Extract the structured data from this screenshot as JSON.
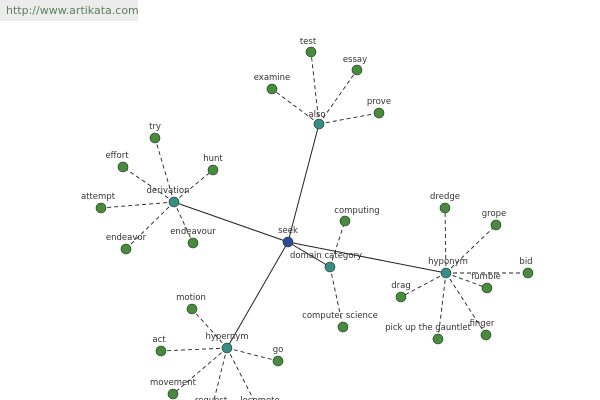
{
  "source_url": "http://www.artikata.com",
  "colors": {
    "center_node": "#2e4a9a",
    "relation_node": "#3a8c86",
    "leaf_node": "#4a8a3e",
    "edge": "#222222",
    "label": "#333333"
  },
  "graph": {
    "center": {
      "id": "seek",
      "label": "seek"
    },
    "relations": [
      {
        "id": "also",
        "label": "also",
        "leaves": [
          "test",
          "essay",
          "examine",
          "prove"
        ]
      },
      {
        "id": "derivation",
        "label": "derivation",
        "leaves": [
          "try",
          "effort",
          "hunt",
          "attempt",
          "endeavor",
          "endeavour"
        ]
      },
      {
        "id": "domain-category",
        "label": "domain category",
        "leaves": [
          "computing",
          "computer science"
        ]
      },
      {
        "id": "hyponym-right",
        "label": "hyponym",
        "leaves": [
          "dredge",
          "grope",
          "bid",
          "fumble",
          "drag",
          "pick up the gauntlet",
          "finger"
        ]
      },
      {
        "id": "hypernym",
        "label": "hypernym",
        "leaves": [
          "motion",
          "act",
          "go",
          "movement",
          "request",
          "locomote"
        ]
      }
    ]
  }
}
